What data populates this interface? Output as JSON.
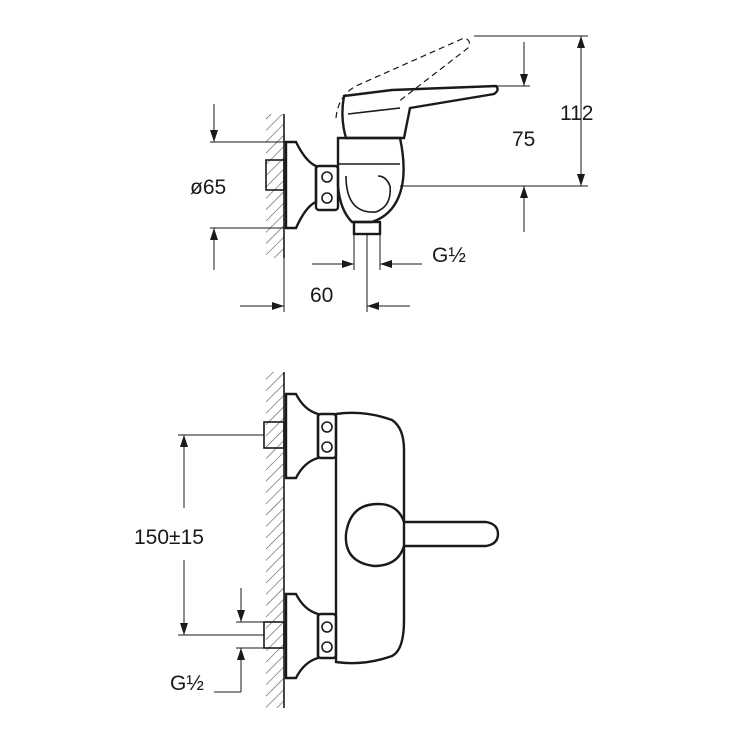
{
  "side_view": {
    "dim_height_total": "112",
    "dim_height_outlet": "75",
    "dim_diameter": "ø65",
    "dim_depth": "60",
    "dim_thread": "G½"
  },
  "front_view": {
    "dim_spacing": "150±15",
    "dim_thread": "G½"
  }
}
